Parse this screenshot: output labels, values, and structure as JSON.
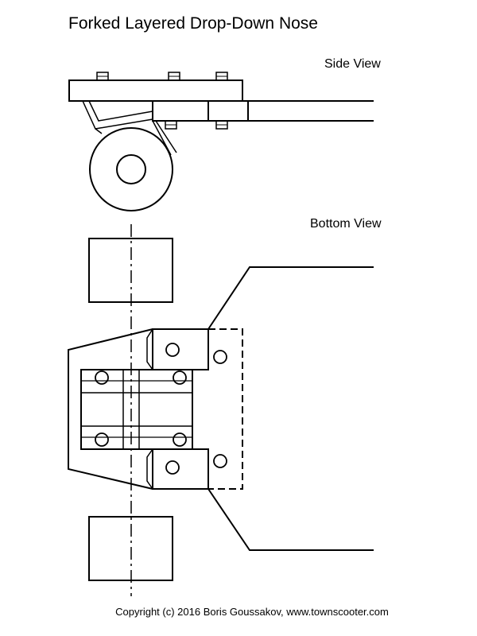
{
  "title": "Forked Layered Drop-Down Nose",
  "side_view_label": "Side View",
  "bottom_view_label": "Bottom View",
  "copyright": "Copyright (c) 2016 Boris Goussakov, www.townscooter.com",
  "colors": {
    "line": "#000000",
    "background": "#ffffff"
  }
}
